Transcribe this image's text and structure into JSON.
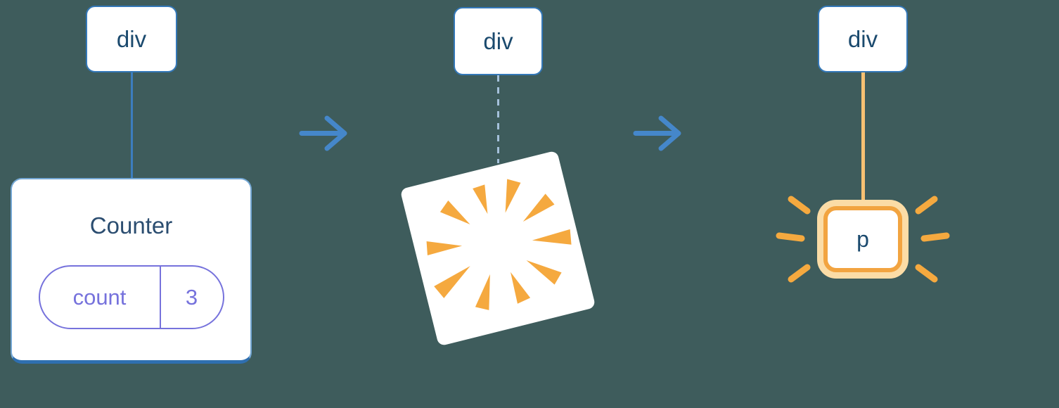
{
  "background_color": "#3E5C5C",
  "colors": {
    "node_border_blue": "#3478B8",
    "node_text_blue": "#1B4A6E",
    "arrow_blue": "#4587CA",
    "connector_blue": "#3C7DBE",
    "dashed_connector_blue": "#A5C1DB",
    "state_purple": "#7672DC",
    "burst_orange": "#F5A93F",
    "highlight_orange": "#F2A440",
    "highlight_orange_light": "#FBDCA6",
    "connector_orange": "#F6C173",
    "card_white": "#FFFFFF"
  },
  "stages": [
    {
      "name": "before",
      "parent_label": "div",
      "component": {
        "title": "Counter",
        "state": {
          "key": "count",
          "value": "3"
        }
      }
    },
    {
      "name": "unmount",
      "parent_label": "div",
      "effect_icon": "poof-burst-icon"
    },
    {
      "name": "after",
      "parent_label": "div",
      "child_label": "p",
      "effect_icon": "sparkle-rays-icon"
    }
  ],
  "arrows": [
    {
      "icon": "arrow-right-icon"
    },
    {
      "icon": "arrow-right-icon"
    }
  ]
}
